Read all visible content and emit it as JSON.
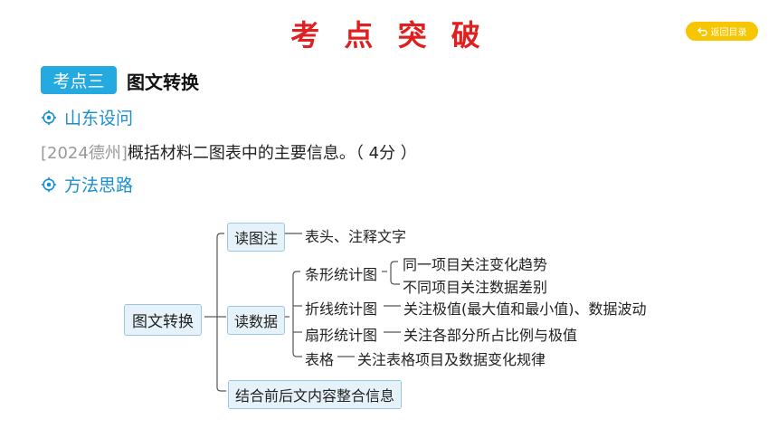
{
  "header": {
    "title": "考 点 突 破",
    "return_label": "返回目录"
  },
  "kaodian": {
    "badge": "考点三",
    "title": "图文转换"
  },
  "sections": {
    "shandong": "山东设问",
    "method": "方法思路"
  },
  "question": {
    "source": "[2024德州]",
    "text": "概括材料二图表中的主要信息。（ 4分 ）"
  },
  "mindmap": {
    "root": "图文转换",
    "read_notes": {
      "label": "读图注",
      "detail": "表头、注释文字"
    },
    "read_data": {
      "label": "读数据",
      "bar": {
        "label": "条形统计图",
        "points": [
          "同一项目关注变化趋势",
          "不同项目关注数据差别"
        ]
      },
      "line": {
        "label": "折线统计图",
        "detail": "关注极值(最大值和最小值)、数据波动"
      },
      "pie": {
        "label": "扇形统计图",
        "detail": "关注各部分所占比例与极值"
      },
      "table": {
        "label": "表格",
        "detail": "关注表格项目及数据变化规律"
      }
    },
    "combine": "结合前后文内容整合信息"
  },
  "colors": {
    "title_red": "#e02020",
    "badge_blue": "#24a9e1",
    "section_blue": "#1a8fd0",
    "return_yellow": "#f7c600"
  }
}
